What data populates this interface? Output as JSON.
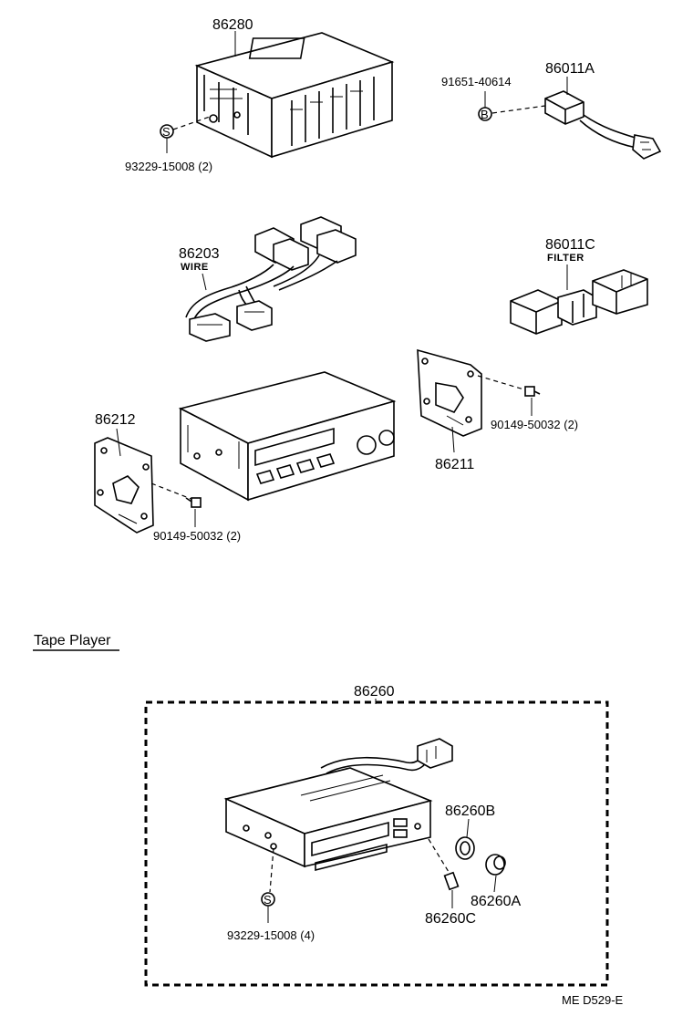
{
  "parts": {
    "p86280": "86280",
    "p93229_top": "93229-15008 (2)",
    "p91651": "91651-40614",
    "p86011A": "86011A",
    "p86203": "86203",
    "wire": "WIRE",
    "p86011C": "86011C",
    "filter": "FILTER",
    "p86212": "86212",
    "p86211": "86211",
    "p90149_right": "90149-50032 (2)",
    "p90149_left": "90149-50032 (2)",
    "p86260": "86260",
    "p86260B": "86260B",
    "p86260A": "86260A",
    "p86260C": "86260C",
    "p93229_bottom": "93229-15008 (4)"
  },
  "symbols": {
    "s_top": "S",
    "b": "B",
    "s_bottom": "S"
  },
  "section": {
    "tape_player": "Tape Player"
  },
  "footer": {
    "code": "ME  D529-E"
  }
}
